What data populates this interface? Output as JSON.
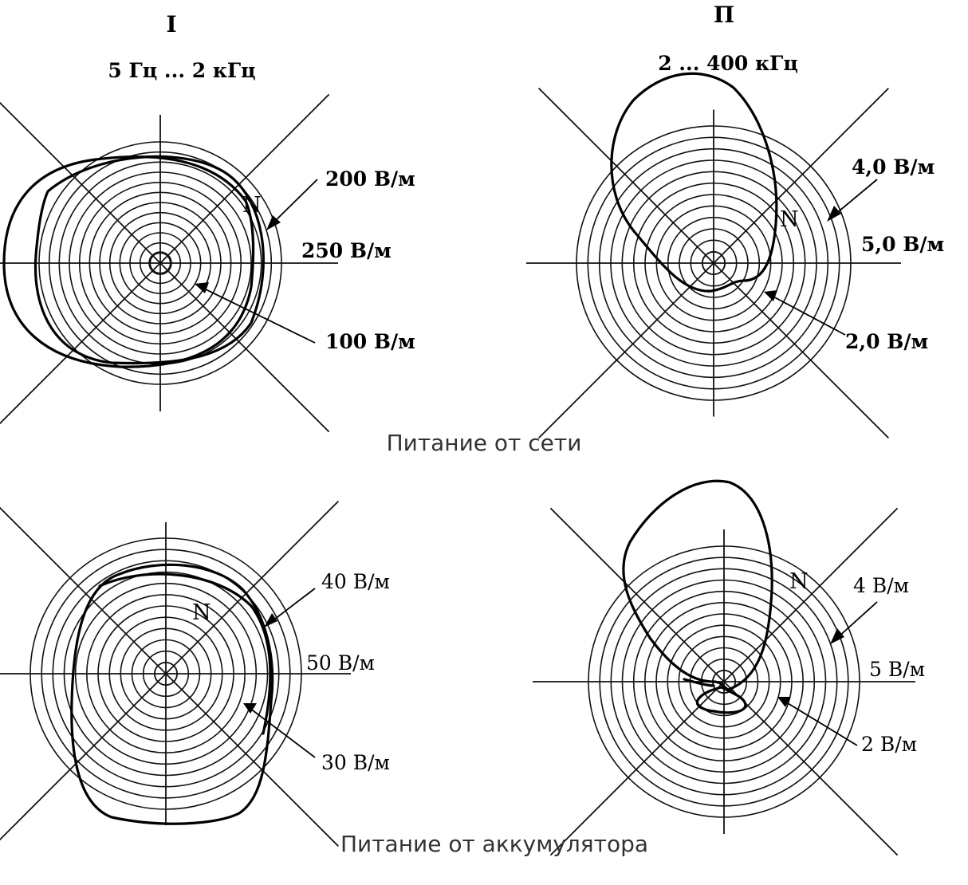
{
  "columns": {
    "left": {
      "numeral": "I",
      "range": "5 Гц ... 2 кГц"
    },
    "right": {
      "numeral": "П",
      "range": "2 ... 400 кГц"
    }
  },
  "captions": {
    "mains": "Питание от сети",
    "battery": "Питание от аккумулятора"
  },
  "diagrams": {
    "mains_low": {
      "north": "N",
      "labels": {
        "outer": "200 В/м",
        "axis": "250 В/м",
        "inner": "100 В/м"
      }
    },
    "mains_high": {
      "north": "N",
      "labels": {
        "outer": "4,0 В/м",
        "axis": "5,0 В/м",
        "inner": "2,0 В/м"
      }
    },
    "battery_low": {
      "north": "N",
      "labels": {
        "outer": "40 В/м",
        "axis": "50 В/м",
        "inner": "30 В/м"
      }
    },
    "battery_high": {
      "north": "N",
      "labels": {
        "outer": "4 В/м",
        "axis": "5 В/м",
        "inner": "2 В/м"
      }
    }
  }
}
